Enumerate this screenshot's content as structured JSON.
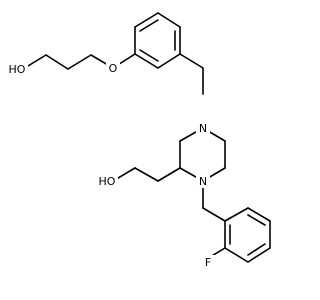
{
  "molecule": {
    "atoms": {
      "o_ether": "O",
      "oh_top": "HO",
      "n_top": "N",
      "n_bottom": "N",
      "oh_side": "HO",
      "fluorine": "F"
    }
  }
}
